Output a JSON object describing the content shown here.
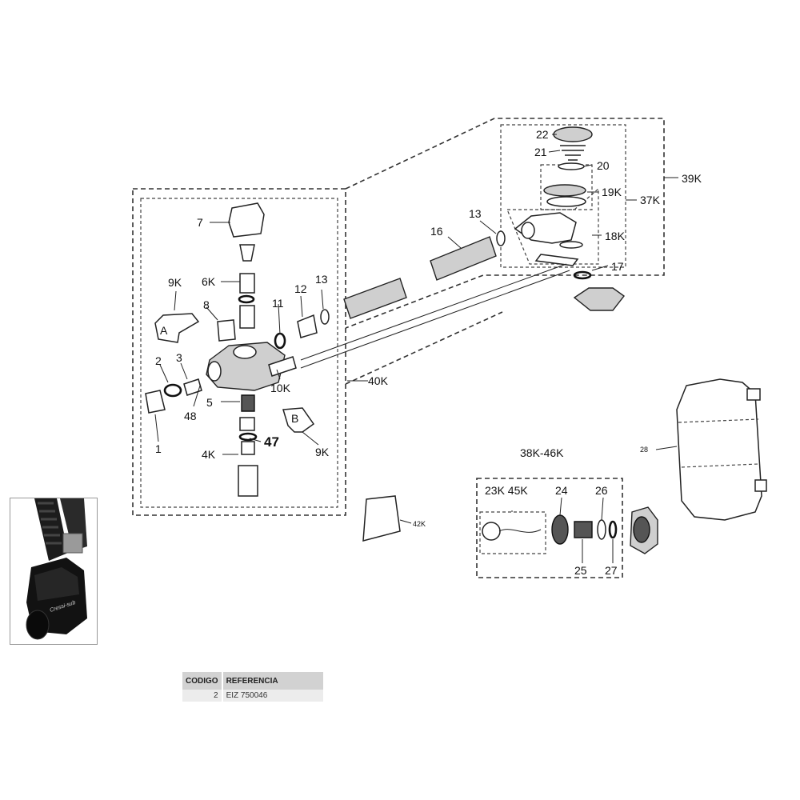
{
  "callouts": {
    "c22": "22",
    "c21": "21",
    "c20": "20",
    "c19k": "19K",
    "c37k": "37K",
    "c39k": "39K",
    "c18k": "18K",
    "c17": "17",
    "c13a": "13",
    "c16": "16",
    "c13b": "13",
    "c12": "12",
    "c11": "11",
    "c7": "7",
    "c6k": "6K",
    "c9ka": "9K",
    "c8": "8",
    "c2": "2",
    "c3": "3",
    "c10k": "10K",
    "c40k": "40K",
    "c5": "5",
    "c48": "48",
    "c1": "1",
    "c47": "47",
    "c9kb": "9K",
    "c4k": "4K",
    "c42k": "42K",
    "c28": "28",
    "c38k46k": "38K-46K",
    "c23k45k": "23K 45K",
    "c24": "24",
    "c26": "26",
    "c25": "25",
    "c27": "27",
    "letter_a": "A",
    "letter_b": "B"
  },
  "photo": {
    "brand_mark": "Cressi-sub"
  },
  "table": {
    "headers": {
      "code": "CODIGO",
      "reference": "REFERENCIA"
    },
    "rows": [
      {
        "code": "2",
        "reference": "EIZ 750046"
      }
    ]
  }
}
